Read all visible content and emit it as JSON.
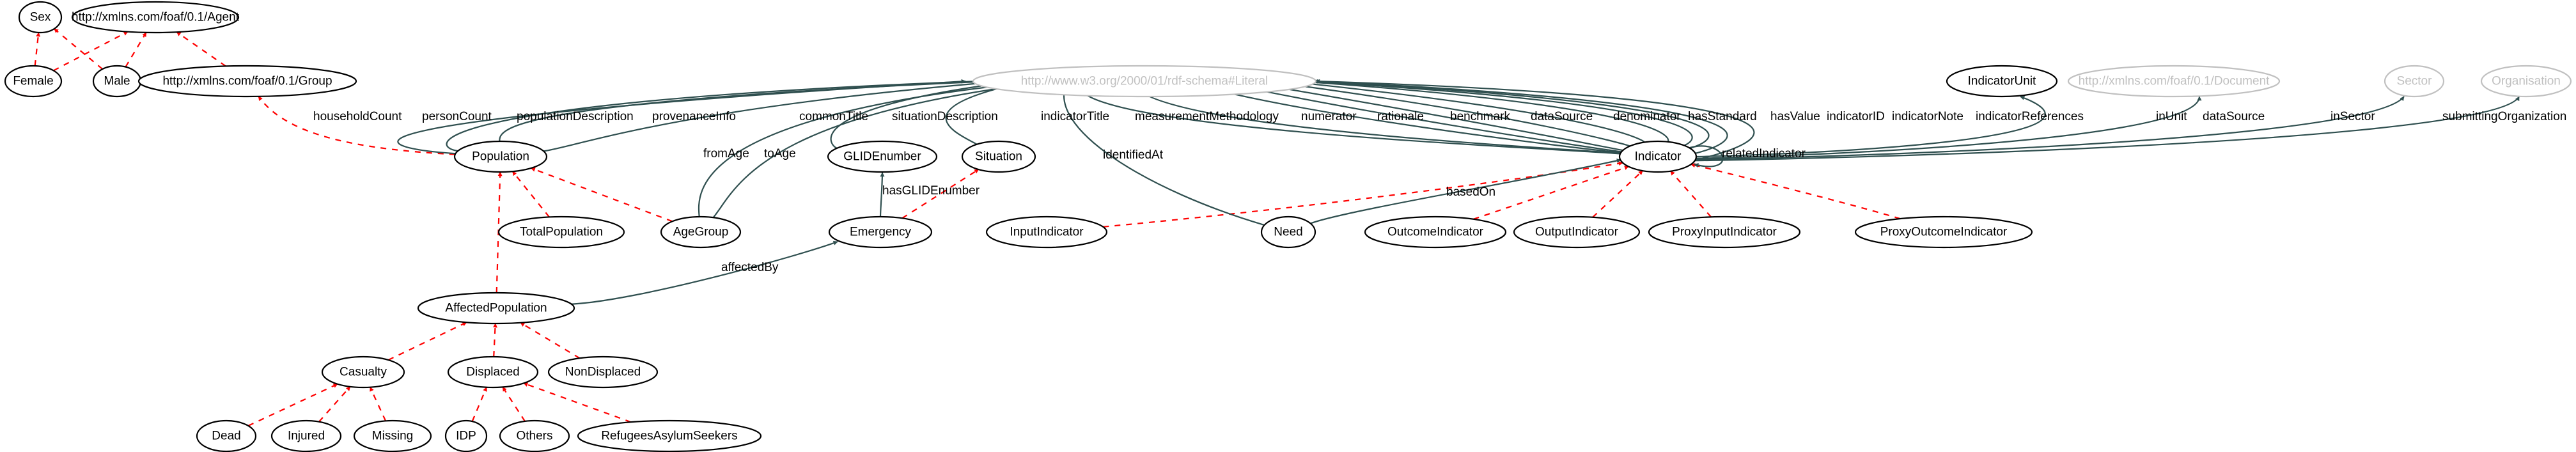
{
  "colors": {
    "subclass_edge": "#ff0000",
    "property_edge": "#2f4f4f",
    "external_node": "#c0c0c0",
    "node_stroke": "#000000"
  },
  "nodes": {
    "sex": "Sex",
    "agent": "http://xmlns.com/foaf/0.1/Agent",
    "female": "Female",
    "male": "Male",
    "group": "http://xmlns.com/foaf/0.1/Group",
    "literal": "http://www.w3.org/2000/01/rdf-schema#Literal",
    "indicatorunit": "IndicatorUnit",
    "document": "http://xmlns.com/foaf/0.1/Document",
    "sector": "Sector",
    "organisation": "Organisation",
    "population": "Population",
    "glidenumber": "GLIDEnumber",
    "situation": "Situation",
    "indicator": "Indicator",
    "totalpopulation": "TotalPopulation",
    "agegroup": "AgeGroup",
    "emergency": "Emergency",
    "inputindicator": "InputIndicator",
    "need": "Need",
    "outcomeindicator": "OutcomeIndicator",
    "outputindicator": "OutputIndicator",
    "proxyinputindicator": "ProxyInputIndicator",
    "proxyoutcomeindicator": "ProxyOutcomeIndicator",
    "affectedpopulation": "AffectedPopulation",
    "casualty": "Casualty",
    "displaced": "Displaced",
    "nondisplaced": "NonDisplaced",
    "dead": "Dead",
    "injured": "Injured",
    "missing": "Missing",
    "idp": "IDP",
    "others": "Others",
    "refugeesasylumseekers": "RefugeesAsylumSeekers"
  },
  "edge_labels": {
    "householdCount": "householdCount",
    "personCount": "personCount",
    "populationDescription": "populationDescription",
    "provenanceInfo": "provenanceInfo",
    "commonTitle": "commonTitle",
    "situationDescription": "situationDescription",
    "indicatorTitle": "indicatorTitle",
    "measurementMethodology": "measurementMethodology",
    "numerator": "numerator",
    "rationale": "rationale",
    "benchmark": "benchmark",
    "dataSource": "dataSource",
    "denominator": "denominator",
    "hasStandard": "hasStandard",
    "hasValue": "hasValue",
    "indicatorID": "indicatorID",
    "indicatorNote": "indicatorNote",
    "indicatorReferences": "indicatorReferences",
    "inUnit": "inUnit",
    "dataSource2": "dataSource",
    "inSector": "inSector",
    "submittingOrganization": "submittingOrganization",
    "fromAge": "fromAge",
    "toAge": "toAge",
    "identifiedAt": "identifiedAt",
    "relatedIndicator": "relatedIndicator",
    "hasGLIDEnumber": "hasGLIDEnumber",
    "basedOn": "basedOn",
    "affectedBy": "affectedBy"
  }
}
